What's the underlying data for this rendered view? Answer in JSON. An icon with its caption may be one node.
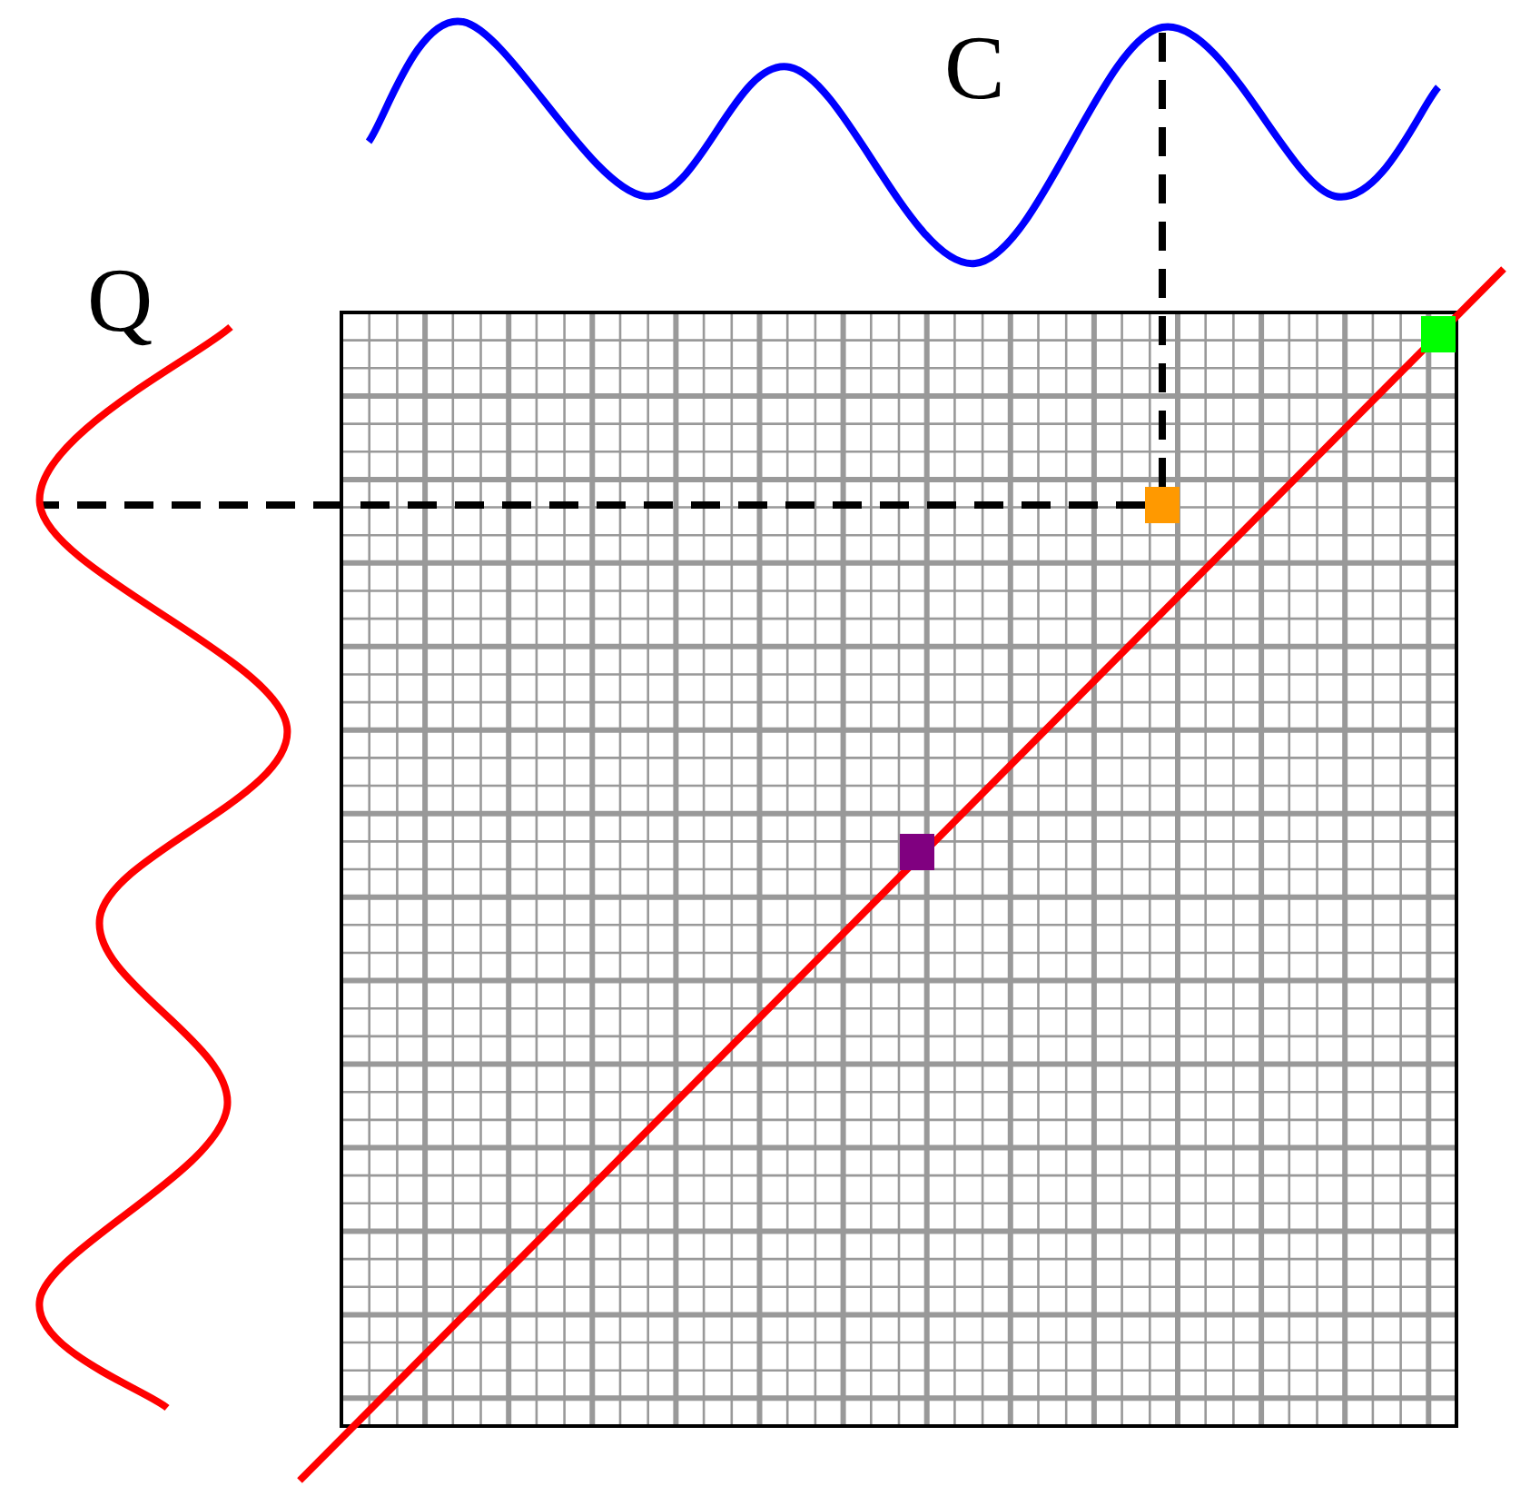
{
  "diagram": {
    "nodes": [
      {
        "text": [],
        "shape": "picture"
      },
      {
        "text": [],
        "shape": "picture"
      },
      {
        "text": [],
        "shape": "box"
      },
      {
        "text": [],
        "shape": "box"
      },
      {
        "text": [],
        "shape": "box"
      }
    ],
    "edges": [
      {
        "from": 3,
        "to": 0,
        "arrow": "none",
        "style": "dashed"
      },
      {
        "from": 3,
        "to": 1,
        "arrow": "none",
        "style": "dashed"
      }
    ],
    "labels": [
      "C",
      "Q"
    ]
  }
}
